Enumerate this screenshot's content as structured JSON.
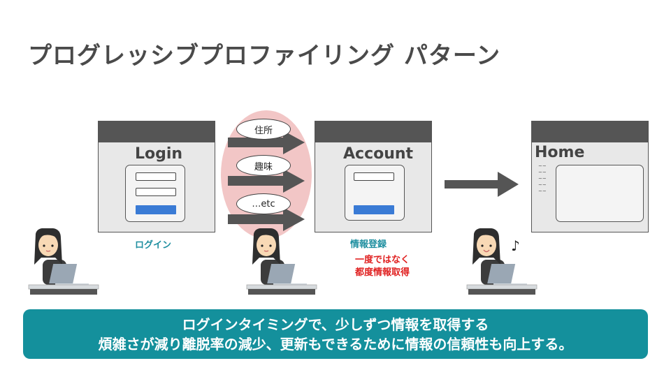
{
  "title": "プログレッシブプロファイリング パターン",
  "steps": {
    "login": {
      "window_title": "Login",
      "caption": "ログイン"
    },
    "account": {
      "window_title": "Account",
      "caption": "情報登録",
      "note_line1": "一度ではなく",
      "note_line2": "都度情報取得"
    },
    "home": {
      "window_title": "Home",
      "list_marks": [
        "~~",
        "~~",
        "~~",
        "~~",
        "~~"
      ]
    }
  },
  "bubbles": [
    "住所",
    "趣味",
    "…etc"
  ],
  "music_note": "♪",
  "banner": {
    "line1": "ログインタイミングで、少しずつ情報を取得する",
    "line2": "煩雑さが減り離脱率の減少、更新もできるために情報の信頼性も向上する。"
  },
  "colors": {
    "title": "#4a4a4a",
    "window_bar": "#555555",
    "window_bg": "#e8e8e8",
    "button": "#3a7bd5",
    "caption": "#1f8fa0",
    "note": "#e02020",
    "banner": "#14909c",
    "highlight": "#f2c6c6",
    "arrow": "#555555"
  },
  "icons": [
    "person-at-laptop-icon",
    "person-at-laptop-icon",
    "person-at-laptop-icon",
    "music-note-icon",
    "right-arrow-icon"
  ]
}
